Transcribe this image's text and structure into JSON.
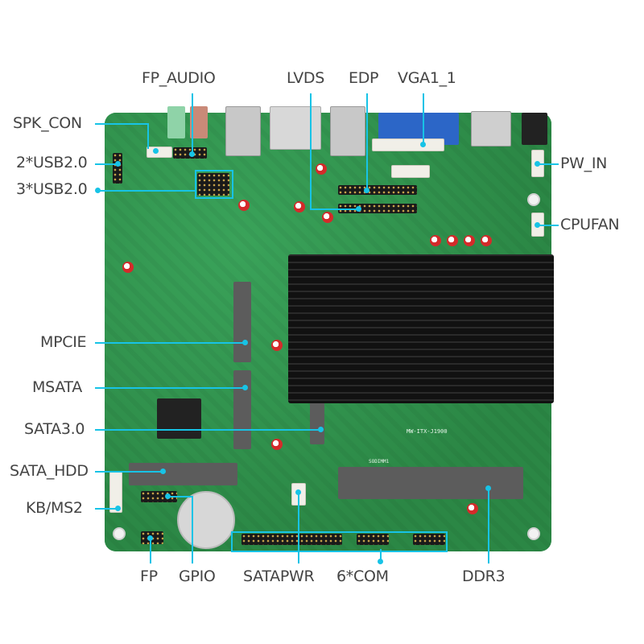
{
  "diagram": {
    "subject": "Mini-ITX motherboard with passive heatsink",
    "board_model": "MW-ITX-J1900",
    "slot_label": "SODIMM1",
    "accent_color": "#17c3e6",
    "labels": {
      "top": [
        {
          "id": "fp_audio",
          "text": "FP_AUDIO"
        },
        {
          "id": "lvds",
          "text": "LVDS"
        },
        {
          "id": "edp",
          "text": "EDP"
        },
        {
          "id": "vga",
          "text": "VGA1_1"
        }
      ],
      "left": [
        {
          "id": "spk_con",
          "text": "SPK_CON"
        },
        {
          "id": "usb2_2",
          "text": "2*USB2.0"
        },
        {
          "id": "usb2_3",
          "text": "3*USB2.0"
        },
        {
          "id": "mpcie",
          "text": "MPCIE"
        },
        {
          "id": "msata",
          "text": "MSATA"
        },
        {
          "id": "sata3",
          "text": "SATA3.0"
        },
        {
          "id": "sata_hdd",
          "text": "SATA_HDD"
        },
        {
          "id": "kbms",
          "text": "KB/MS2"
        }
      ],
      "right": [
        {
          "id": "pw_in",
          "text": "PW_IN"
        },
        {
          "id": "cpufan",
          "text": "CPUFAN"
        }
      ],
      "bottom": [
        {
          "id": "fp",
          "text": "FP"
        },
        {
          "id": "gpio",
          "text": "GPIO"
        },
        {
          "id": "satapwr",
          "text": "SATAPWR"
        },
        {
          "id": "com",
          "text": "6*COM"
        },
        {
          "id": "ddr3",
          "text": "DDR3"
        }
      ]
    }
  }
}
